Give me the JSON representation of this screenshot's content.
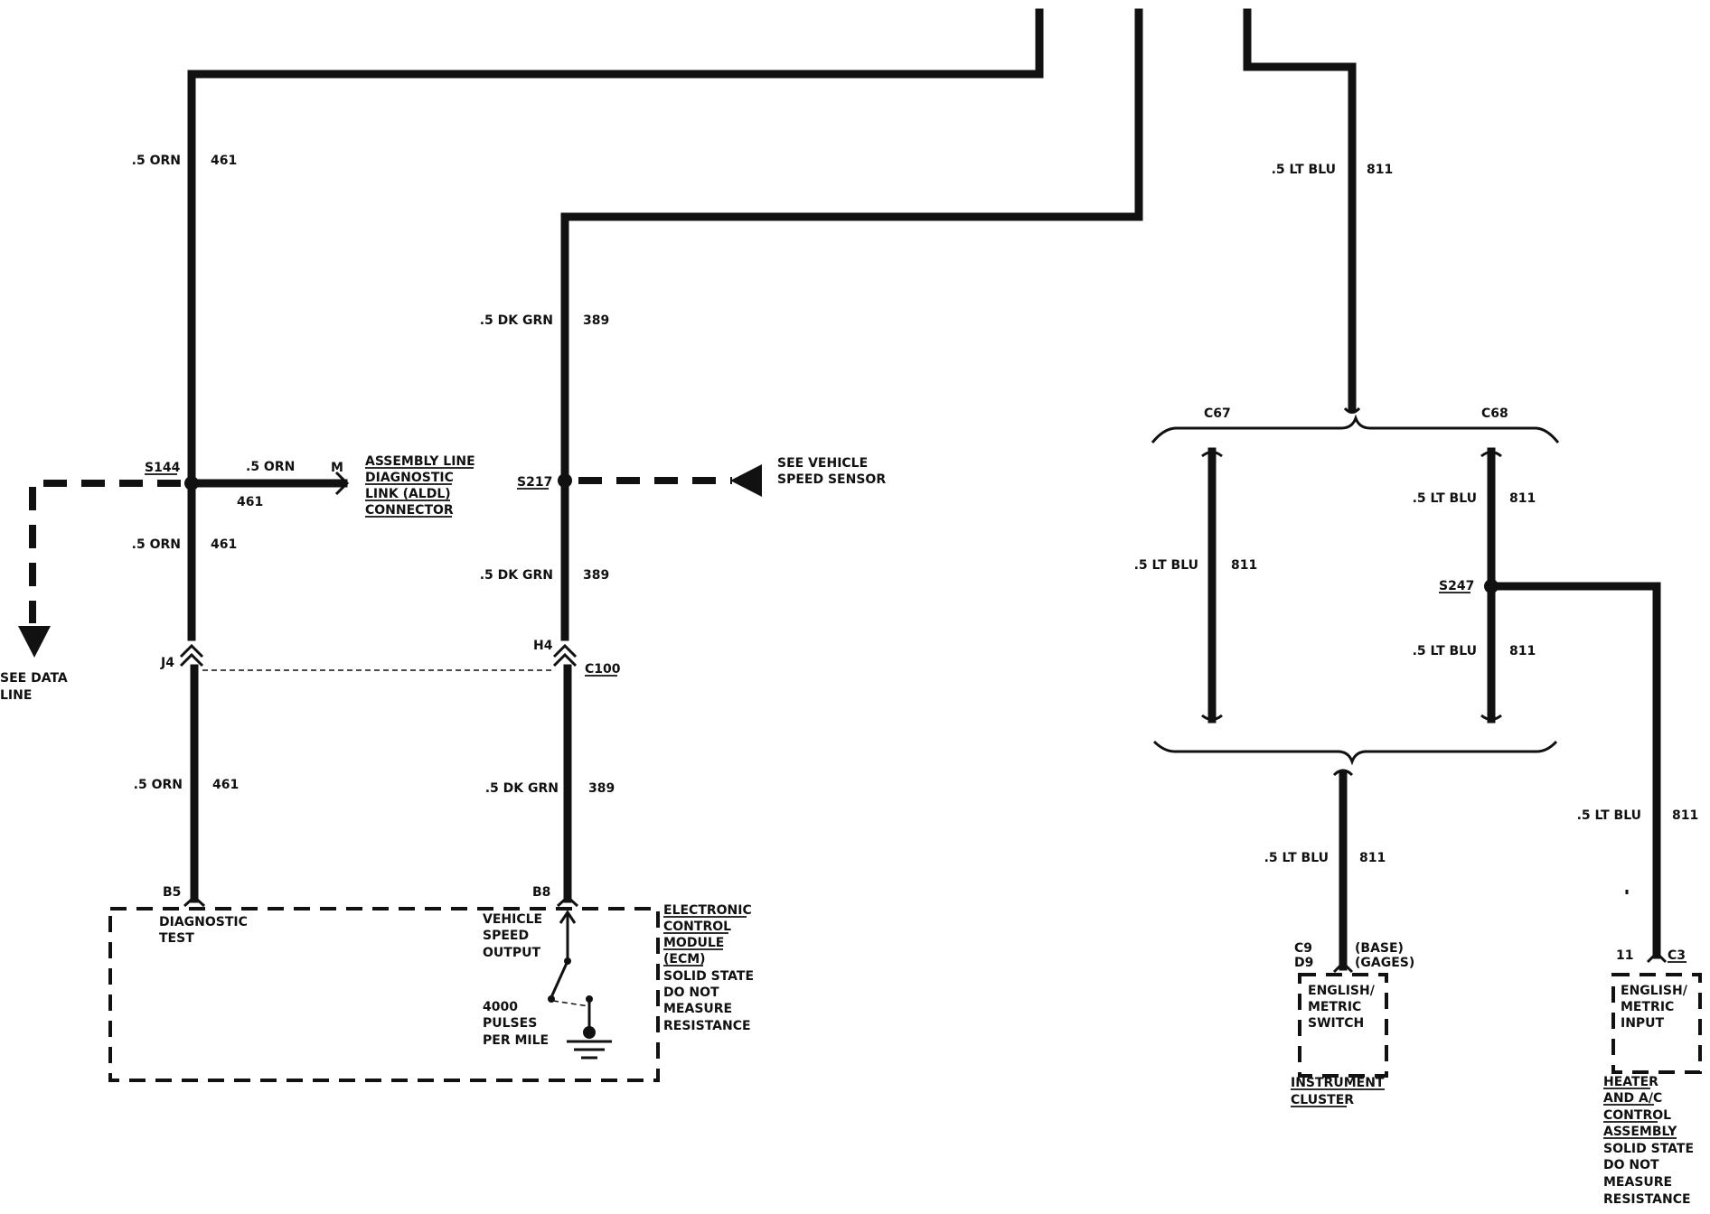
{
  "wires": {
    "w461_top": {
      "gauge": ".5 ORN",
      "circuit": "461"
    },
    "w461_mid": {
      "gauge": ".5 ORN",
      "circuit": "461"
    },
    "w461_bot": {
      "gauge": ".5 ORN",
      "circuit": "461"
    },
    "w461_aldl": {
      "gauge": ".5 ORN",
      "circuit": "461"
    },
    "w389_top": {
      "gauge": ".5 DK GRN",
      "circuit": "389"
    },
    "w389_mid": {
      "gauge": ".5 DK GRN",
      "circuit": "389"
    },
    "w389_bot": {
      "gauge": ".5 DK GRN",
      "circuit": "389"
    },
    "w811_top": {
      "gauge": ".5 LT BLU",
      "circuit": "811"
    },
    "w811_c67": {
      "gauge": ".5 LT BLU",
      "circuit": "811"
    },
    "w811_c68_top": {
      "gauge": ".5 LT BLU",
      "circuit": "811"
    },
    "w811_c68_bot": {
      "gauge": ".5 LT BLU",
      "circuit": "811"
    },
    "w811_cluster": {
      "gauge": ".5 LT BLU",
      "circuit": "811"
    },
    "w811_heater": {
      "gauge": ".5 LT BLU",
      "circuit": "811"
    }
  },
  "splices": {
    "s144": "S144",
    "s217": "S217",
    "s247": "S247"
  },
  "connectors": {
    "c67": "C67",
    "c68": "C68",
    "c100": "C100",
    "j4": "J4",
    "h4": "H4",
    "b5": "B5",
    "b8": "B8",
    "m": "M",
    "c9": "C9",
    "d9": "D9",
    "base": "(BASE)",
    "gages": "(GAGES)",
    "pin11": "11",
    "c3": "C3"
  },
  "refs": {
    "see_data_line": [
      "SEE DATA",
      "LINE"
    ],
    "see_vss": [
      "SEE VEHICLE",
      "SPEED SENSOR"
    ]
  },
  "components": {
    "aldl": [
      "ASSEMBLY LINE",
      "DIAGNOSTIC",
      "LINK (ALDL)",
      "CONNECTOR"
    ],
    "ecm": {
      "name": [
        "ELECTRONIC",
        "CONTROL",
        "MODULE",
        "(ECM)"
      ],
      "note": [
        "SOLID STATE",
        "DO NOT",
        "MEASURE",
        "RESISTANCE"
      ],
      "diag": [
        "DIAGNOSTIC",
        "TEST"
      ],
      "vso": [
        "VEHICLE",
        "SPEED",
        "OUTPUT"
      ],
      "pulses": [
        "4000",
        "PULSES",
        "PER MILE"
      ]
    },
    "switch": {
      "body": [
        "ENGLISH/",
        "METRIC",
        "SWITCH"
      ],
      "parent": [
        "INSTRUMENT",
        "CLUSTER"
      ]
    },
    "hvac": {
      "body": [
        "ENGLISH/",
        "METRIC",
        "INPUT"
      ],
      "parent": [
        "HEATER",
        "AND A/C",
        "CONTROL",
        "ASSEMBLY"
      ],
      "note": [
        "SOLID STATE",
        "DO NOT",
        "MEASURE",
        "RESISTANCE"
      ]
    }
  }
}
